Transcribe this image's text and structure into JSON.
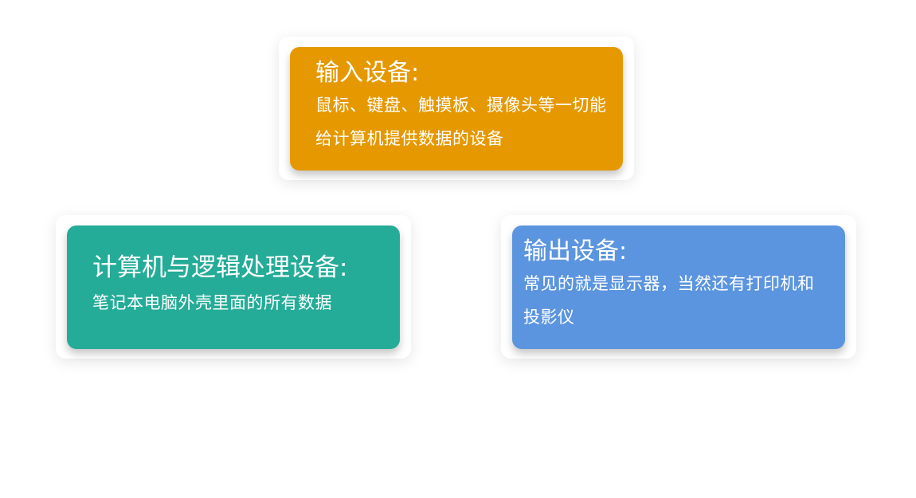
{
  "colors": {
    "input_card": "#E59800",
    "processing_card": "#24AC98",
    "output_card": "#5C95DF",
    "text": "#FFFFFF",
    "background": "#FFFFFF"
  },
  "cards": {
    "input": {
      "title": "输入设备:",
      "description": "鼠标、键盘、触摸板、摄像头等一切能给计算机提供数据的设备"
    },
    "processing": {
      "title": "计算机与逻辑处理设备:",
      "description": "笔记本电脑外壳里面的所有数据"
    },
    "output": {
      "title": "输出设备:",
      "description": "常见的就是显示器，当然还有打印机和投影仪"
    }
  }
}
